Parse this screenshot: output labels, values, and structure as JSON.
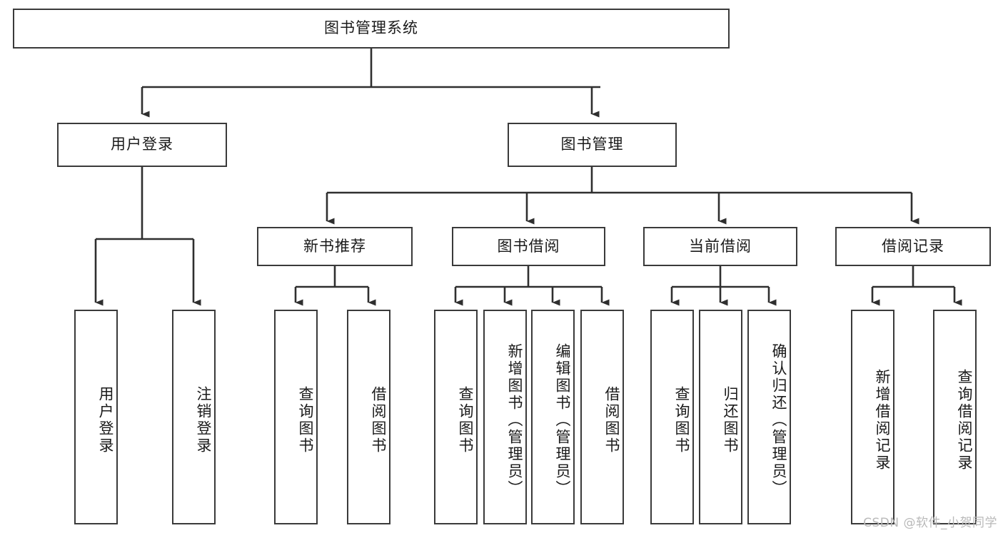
{
  "diagram": {
    "title": "图书管理系统",
    "type": "tree-hierarchy",
    "watermark": "CSDN @软件_小贺同学",
    "colors": {
      "box_border": "#3a3a3a",
      "box_fill": "#ffffff",
      "edge": "#2f2f2f",
      "text": "#1a1a1a",
      "watermark": "#b9b9b9",
      "background": "#ffffff"
    },
    "root": {
      "label": "图书管理系统"
    },
    "level2": [
      {
        "label": "用户登录"
      },
      {
        "label": "图书管理"
      }
    ],
    "level3": [
      {
        "label": "新书推荐"
      },
      {
        "label": "图书借阅"
      },
      {
        "label": "当前借阅"
      },
      {
        "label": "借阅记录"
      }
    ],
    "leaves": {
      "user_login": [
        {
          "label": "用户登录"
        },
        {
          "label": "注销登录"
        }
      ],
      "new_book": [
        {
          "label": "查询图书"
        },
        {
          "label": "借阅图书"
        }
      ],
      "book_borrow": [
        {
          "label": "查询图书"
        },
        {
          "label": "新增图书（管理员）"
        },
        {
          "label": "编辑图书（管理员）"
        },
        {
          "label": "借阅图书"
        }
      ],
      "current_borrow": [
        {
          "label": "查询图书"
        },
        {
          "label": "归还图书"
        },
        {
          "label": "确认归还（管理员）"
        }
      ],
      "borrow_record": [
        {
          "label": "新增借阅记录"
        },
        {
          "label": "查询借阅记录"
        }
      ]
    }
  }
}
